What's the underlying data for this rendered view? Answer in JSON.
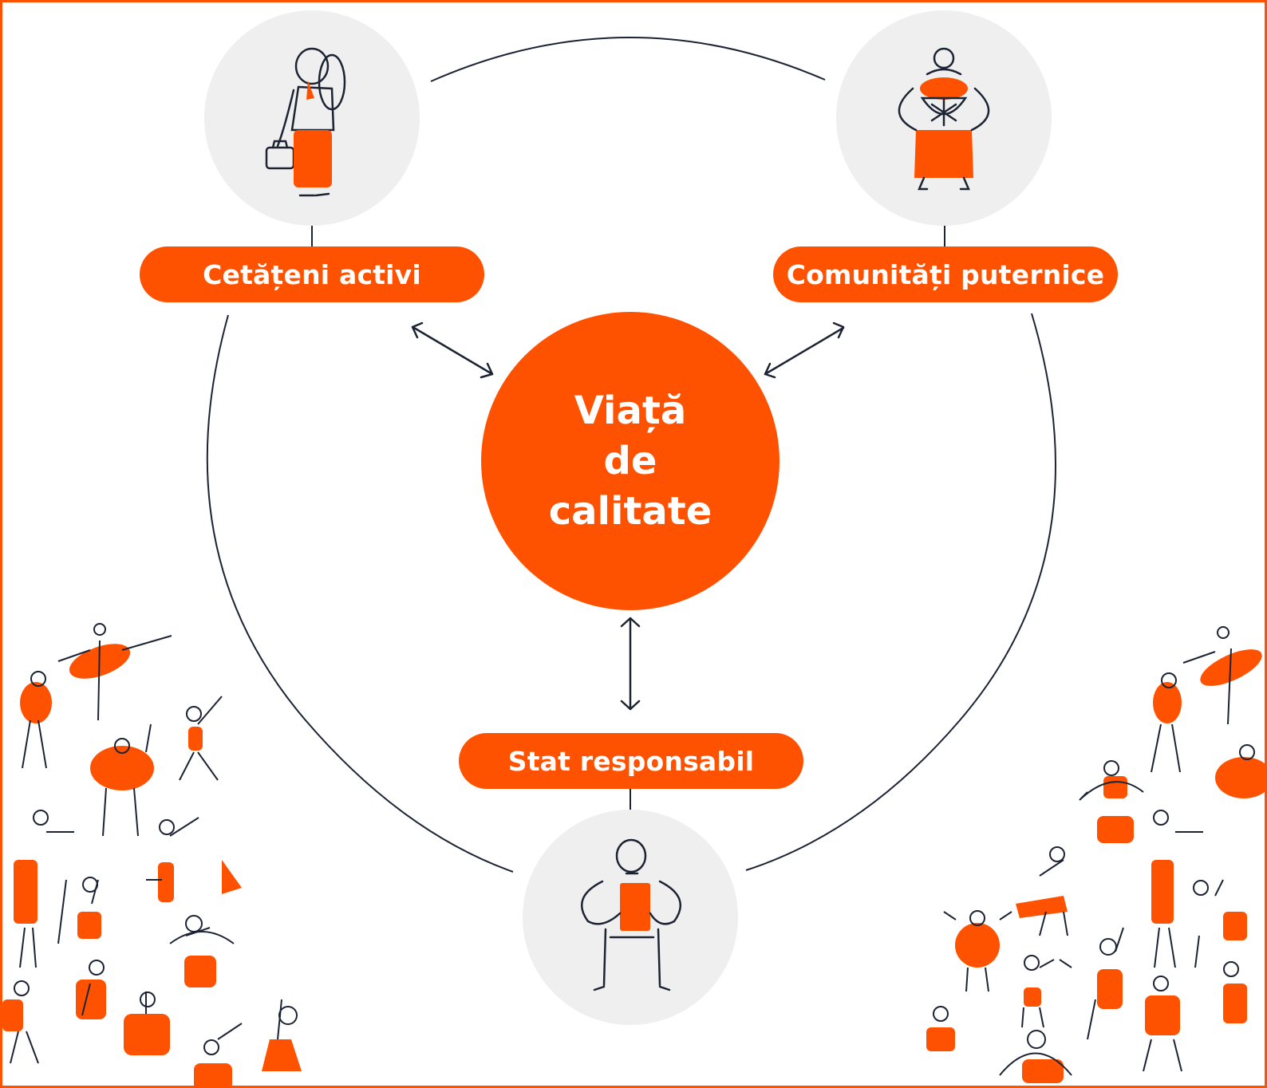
{
  "colors": {
    "accent": "#ff5200",
    "line": "#1c2333",
    "avatar_bg": "#efefef"
  },
  "center": {
    "line1": "Viață",
    "line2": "de",
    "line3": "calitate"
  },
  "nodes": {
    "left": {
      "label": "Cetățeni activi"
    },
    "right": {
      "label": "Comunități puternice"
    },
    "bottom": {
      "label": "Stat responsabil"
    }
  }
}
